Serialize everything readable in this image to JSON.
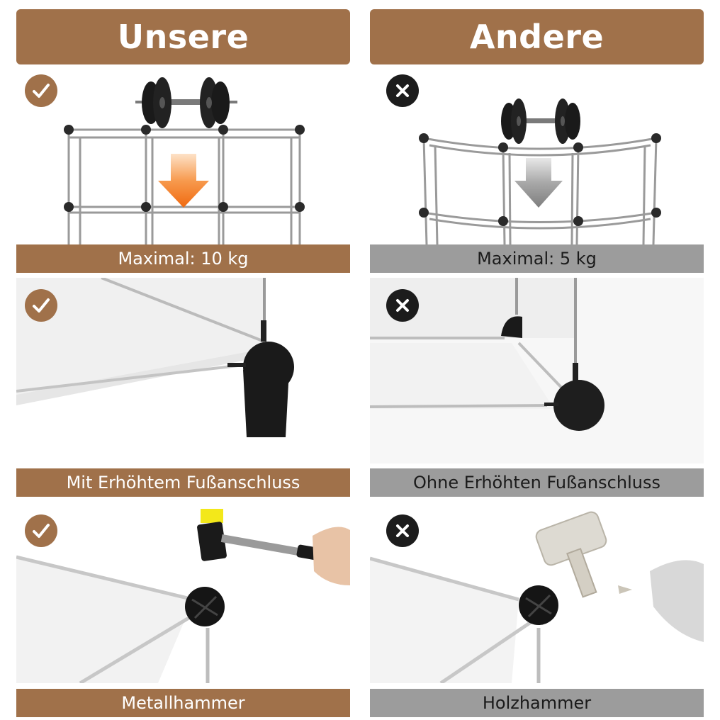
{
  "columns": {
    "left": {
      "title": "Unsere"
    },
    "right": {
      "title": "Andere"
    }
  },
  "rows": [
    {
      "left": {
        "caption": "Maximal: 10 kg",
        "status_icon": "check-icon"
      },
      "right": {
        "caption": "Maximal: 5 kg",
        "status_icon": "x-icon"
      }
    },
    {
      "left": {
        "caption": "Mit Erhöhtem Fußanschluss",
        "status_icon": "check-icon"
      },
      "right": {
        "caption": "Ohne Erhöhten Fußanschluss",
        "status_icon": "x-icon"
      }
    },
    {
      "left": {
        "caption": "Metallhammer",
        "status_icon": "check-icon"
      },
      "right": {
        "caption": "Holzhammer",
        "status_icon": "x-icon"
      }
    }
  ],
  "colors": {
    "brown": "#a0714a",
    "gray": "#9c9c9c",
    "orange_arrow": "#f47a20",
    "gray_arrow": "#8a8a8a",
    "icon_dark": "#1c1c1c"
  }
}
